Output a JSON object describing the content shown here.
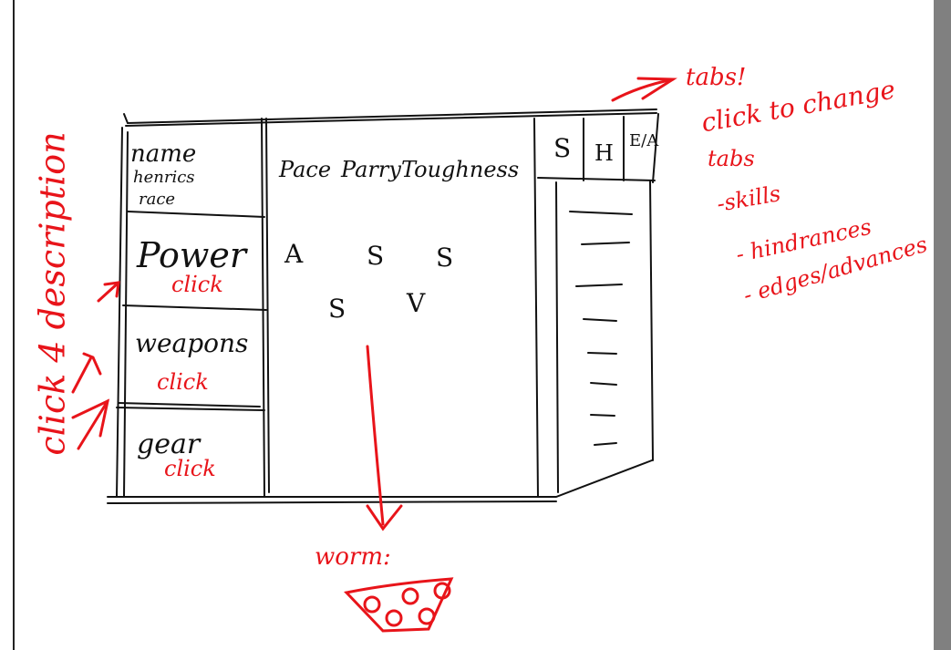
{
  "sketch": {
    "left_panel": {
      "name_box": {
        "line1": "name",
        "line2": "henrics",
        "line3": "race"
      },
      "items": [
        {
          "label": "Power",
          "note": "click"
        },
        {
          "label": "weapons",
          "note": "click"
        },
        {
          "label": "gear",
          "note": "click"
        }
      ],
      "side_note": "click 4 description"
    },
    "center_panel": {
      "header": [
        "Pace",
        "Parry",
        "Toughness"
      ],
      "attributes_row1": [
        "A",
        "S",
        "S"
      ],
      "attributes_row2": [
        "S",
        "V"
      ]
    },
    "right_panel": {
      "tabs": [
        "S",
        "H",
        "E/A"
      ],
      "list_line_count": 8
    },
    "annotations": {
      "tabs_note_line1": "tabs!",
      "tabs_note_line2": "click to change",
      "tabs_note_line3": "tabs",
      "tabs_list": [
        "-skills",
        "- hindrances",
        "- edges/advances"
      ],
      "worm_label": "worm:"
    },
    "colors": {
      "ink": "#111111",
      "annotation": "#e8141a",
      "scrollbar": "#808080"
    }
  }
}
